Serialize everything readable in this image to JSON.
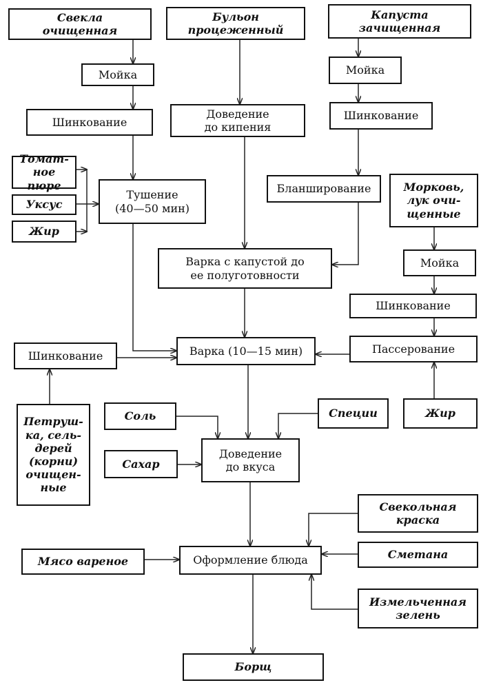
{
  "nodes": {
    "beet": "Свекла\nочищенная",
    "broth": "Бульон\nпроцеженный",
    "cabbage": "Капуста\nзачищенная",
    "beet_wash": "Мойка",
    "beet_shred": "Шинкование",
    "tomato": "Томат-\nное пюре",
    "vinegar": "Уксус",
    "fat1": "Жир",
    "stewing": "Тушение\n(40—50 мин)",
    "boiling_bring": "Доведение\nдо кипения",
    "cab_wash": "Мойка",
    "cab_shred": "Шинкование",
    "blanching": "Бланширование",
    "carrot": "Морковь,\nлук очи-\nщенные",
    "cook_cabbage": "Варка с капустой до\nее полуготовности",
    "carrot_wash": "Мойка",
    "carrot_shred": "Шинкование",
    "parsley_shred": "Шинкование",
    "cook": "Варка (10—15 мин)",
    "saute": "Пассерование",
    "parsley": "Петруш-\nка, сель-\nдерей\n(корни)\nочищен-\nные",
    "salt": "Соль",
    "spices": "Специи",
    "fat2": "Жир",
    "sugar": "Сахар",
    "taste": "Доведение\nдо вкуса",
    "beet_color": "Свекольная\nкраска",
    "meat": "Мясо вареное",
    "plating": "Оформление блюда",
    "sour_cream": "Сметана",
    "greens": "Измельченная\nзелень",
    "borscht": "Борщ"
  }
}
